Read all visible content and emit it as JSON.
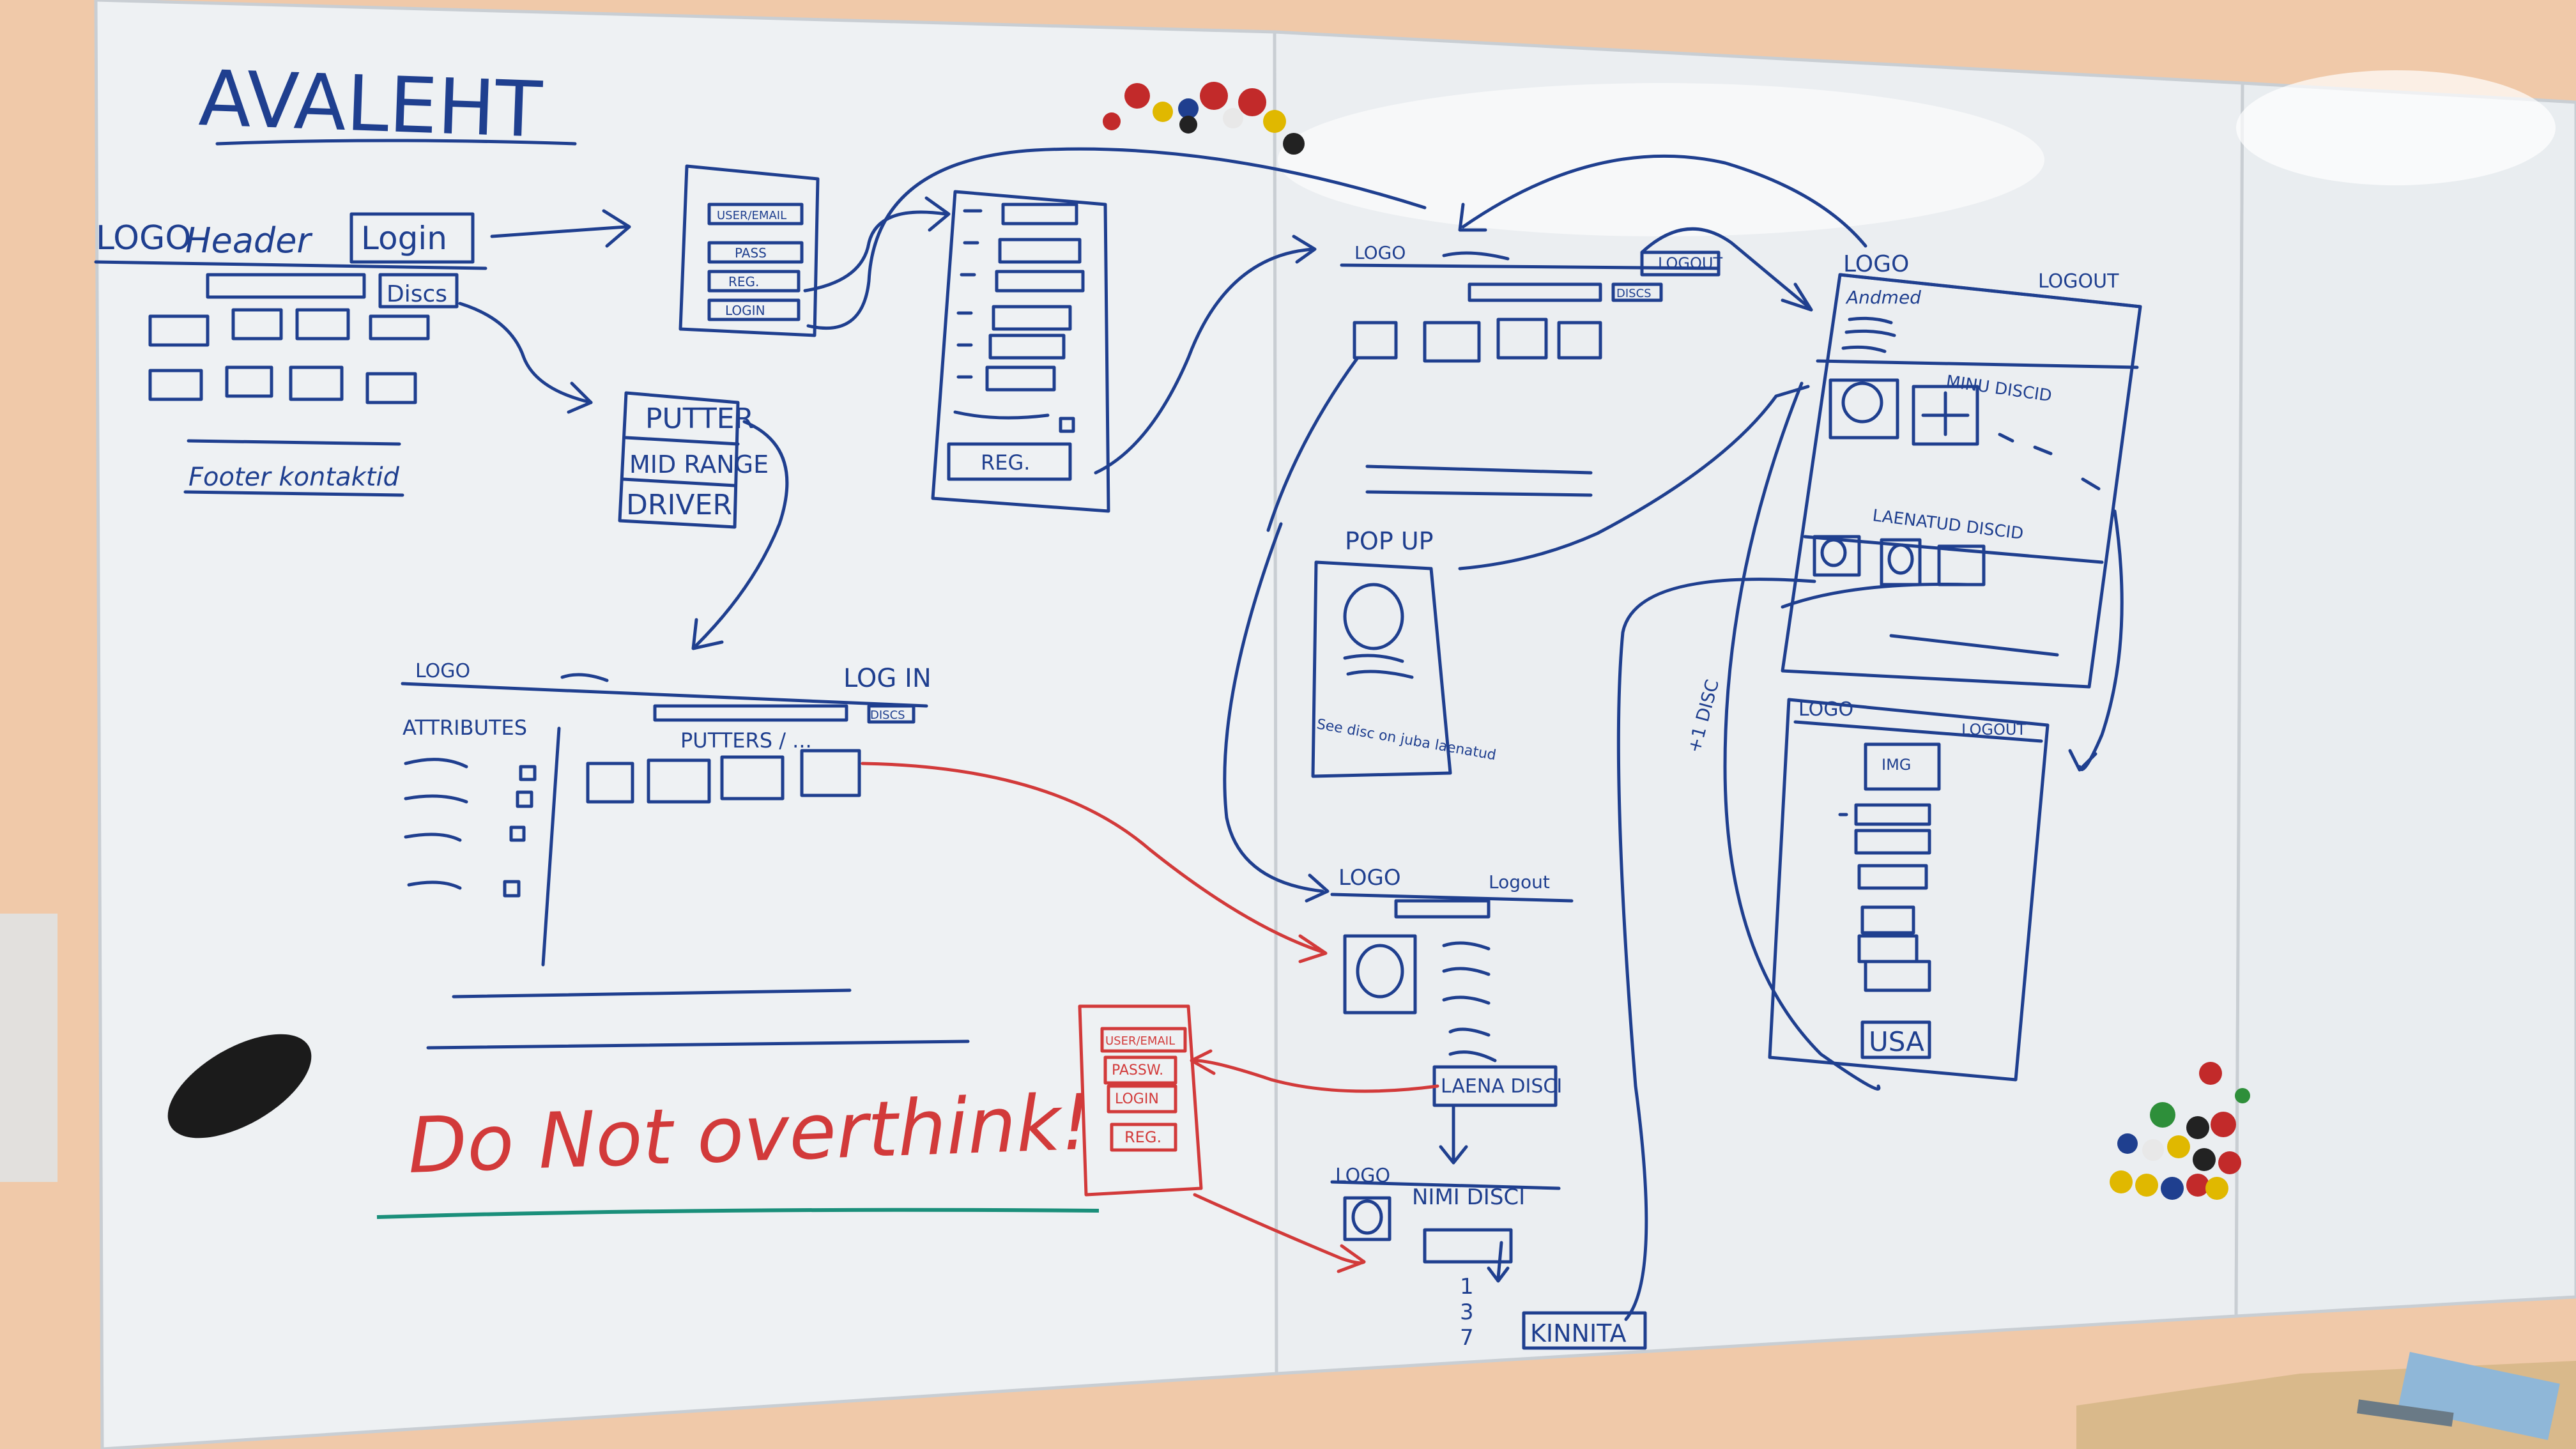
{
  "colors": {
    "wall": "#f0c9a9",
    "board": "#eef1f3",
    "blue_ink": "#1f3f8f",
    "red_ink": "#d23a3a",
    "green_ink": "#1a8f7a"
  },
  "board": {
    "title": "AVALEHT",
    "left_panel": {
      "logo": "LOGO",
      "header": "Header",
      "login_button": "Login",
      "discs_button": "Discs",
      "footer": "Footer kontaktid",
      "login_form": [
        "USER/EMAIL",
        "PASS",
        "REG.",
        "LOGIN"
      ],
      "register_button": "REG.",
      "categories": [
        "PUTTER",
        "MID RANGE",
        "DRIVER"
      ]
    },
    "putters_page": {
      "logo": "LOGO",
      "login": "LOG IN",
      "attributes": "ATTRIBUTES",
      "heading": "PUTTERS / ...",
      "discs": "DISCS"
    },
    "reminder": "Do Not overthink!",
    "red_login_box": [
      "USER/EMAIL",
      "PASSW.",
      "LOGIN",
      "REG."
    ],
    "middle_panel": {
      "logo": "LOGO",
      "logout": "LOGOUT",
      "discs": "DISCS",
      "popup_title": "POP UP",
      "popup_text": "See disc on juba laenatud"
    },
    "disc_page": {
      "logo": "LOGO",
      "logout": "Logout",
      "borrow_button": "LAENA DISCI"
    },
    "borrow_page": {
      "logo": "LOGO",
      "heading": "NIMI DISCI",
      "numbers": [
        "1",
        "3",
        "7"
      ],
      "confirm_button": "KINNITA"
    },
    "profile_panel": {
      "logo": "LOGO",
      "logout": "LOGOUT",
      "user": "Andmed",
      "my_discs": "MINU DISCID",
      "borrowed_discs": "LAENATUD DISCID",
      "side_note": "+1 DISC"
    },
    "add_disc_page": {
      "logo": "LOGO",
      "logout": "LOGOUT",
      "img": "IMG",
      "save": "USA"
    }
  }
}
